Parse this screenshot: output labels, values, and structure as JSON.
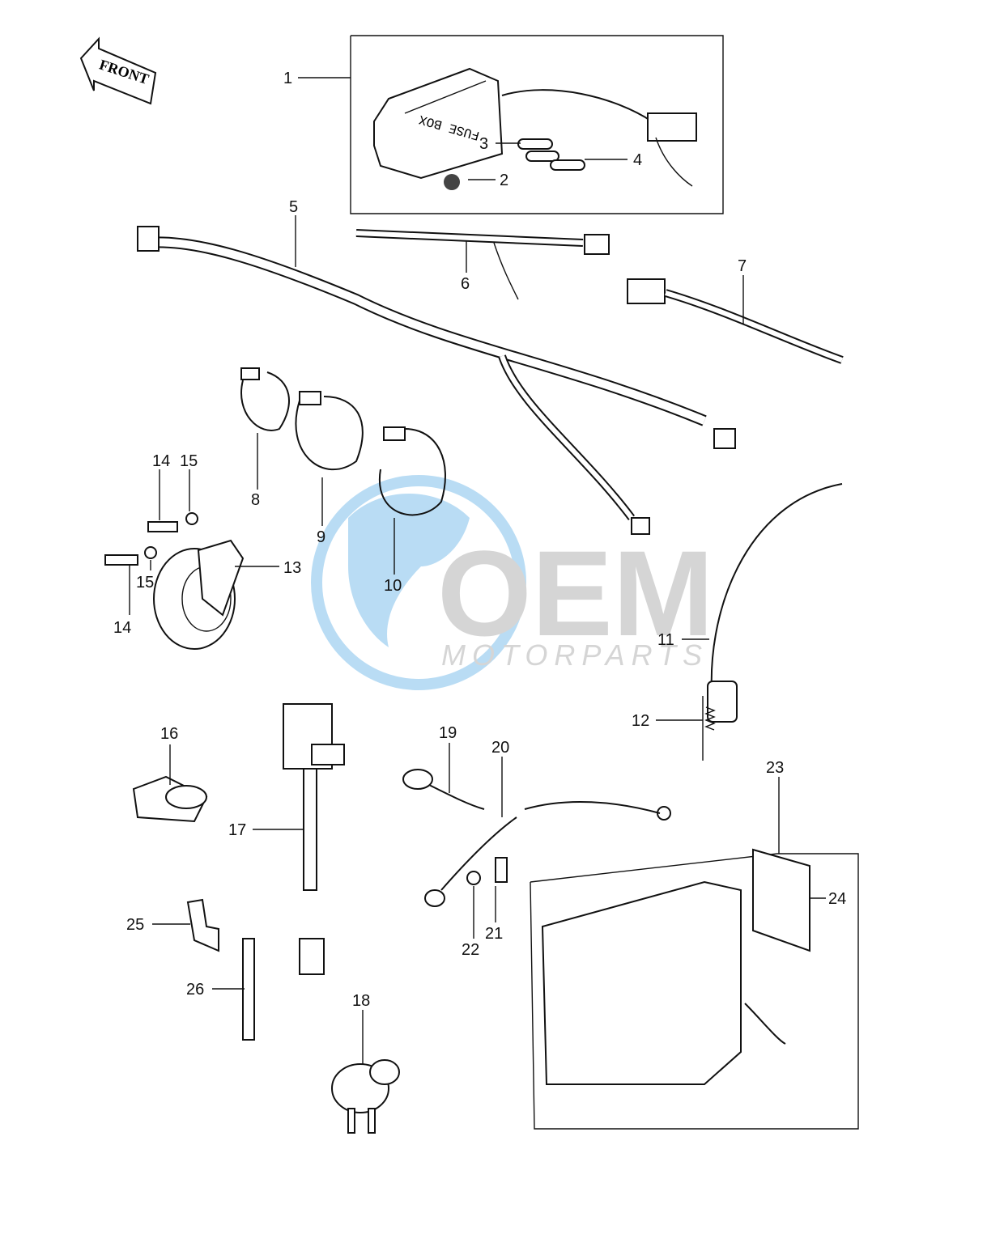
{
  "front_arrow": {
    "label": "FRONT"
  },
  "fuse_box": {
    "label": "FUSE BOX"
  },
  "watermark": {
    "brand": "OEM",
    "sub": "MOTORPARTS",
    "globe_color": "#3a9ee0",
    "letter_color": "#8a8a8a"
  },
  "callouts": [
    "1",
    "2",
    "3",
    "4",
    "5",
    "6",
    "7",
    "8",
    "9",
    "10",
    "11",
    "12",
    "13",
    "14",
    "15",
    "14",
    "15",
    "16",
    "17",
    "18",
    "19",
    "20",
    "21",
    "22",
    "23",
    "24",
    "25",
    "26"
  ]
}
